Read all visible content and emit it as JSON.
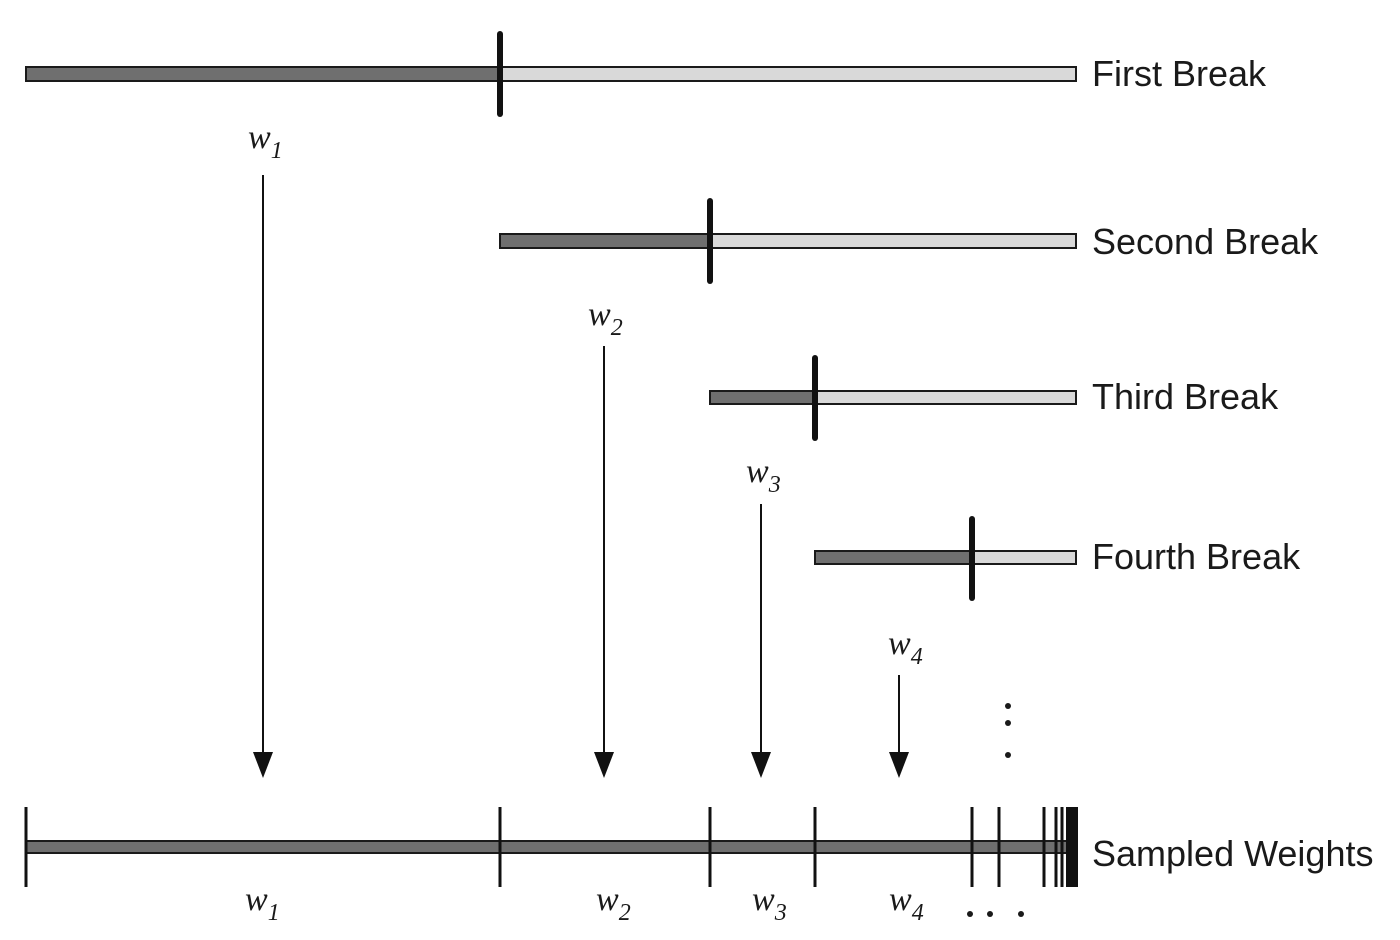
{
  "breaks": [
    {
      "label": "First Break"
    },
    {
      "label": "Second Break"
    },
    {
      "label": "Third Break"
    },
    {
      "label": "Fourth Break"
    }
  ],
  "weights": [
    {
      "base": "w",
      "sub": "1"
    },
    {
      "base": "w",
      "sub": "2"
    },
    {
      "base": "w",
      "sub": "3"
    },
    {
      "base": "w",
      "sub": "4"
    }
  ],
  "sampled": {
    "label": "Sampled Weights"
  }
}
